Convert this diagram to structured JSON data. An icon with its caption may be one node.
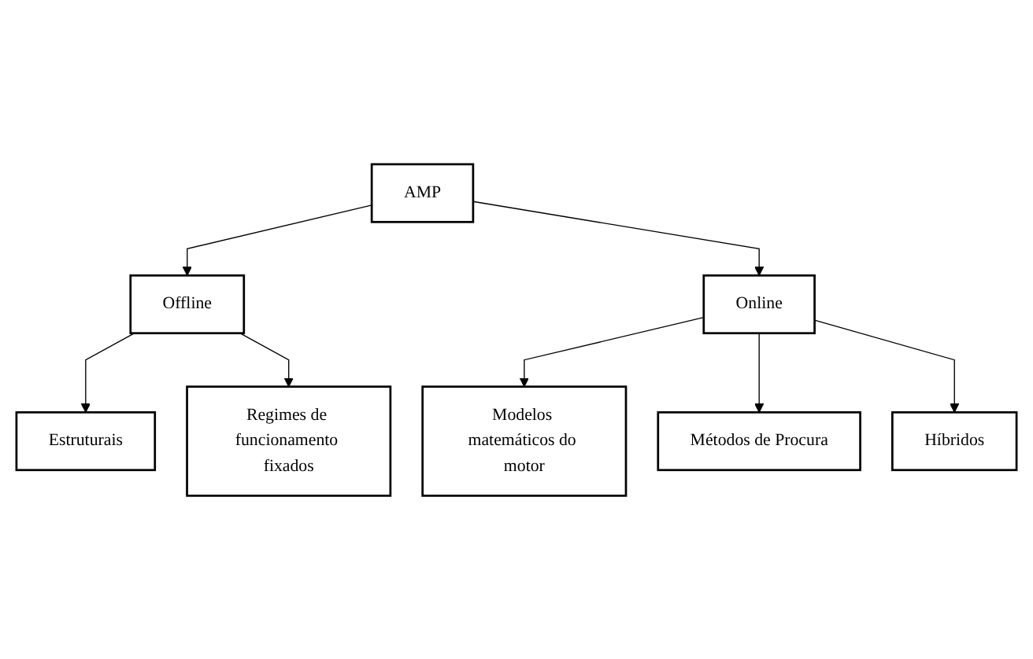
{
  "diagram": {
    "nodes": [
      {
        "text": [
          "AMP"
        ]
      },
      {
        "text": [
          "Offline"
        ]
      },
      {
        "text": [
          "Online"
        ]
      },
      {
        "text": [
          "Estruturais"
        ]
      },
      {
        "text": [
          "Regimes de funcionamento fixados"
        ]
      },
      {
        "text": [
          "Modelos matemáticos do motor"
        ]
      },
      {
        "text": [
          "Métodos de Procura"
        ]
      },
      {
        "text": [
          "Híbridos"
        ]
      }
    ],
    "edges": [
      {
        "from": 0,
        "to": 1,
        "arrow": "to"
      },
      {
        "from": 0,
        "to": 2,
        "arrow": "to"
      },
      {
        "from": 1,
        "to": 3,
        "arrow": "to"
      },
      {
        "from": 1,
        "to": 4,
        "arrow": "to"
      },
      {
        "from": 2,
        "to": 5,
        "arrow": "to"
      },
      {
        "from": 2,
        "to": 6,
        "arrow": "to"
      },
      {
        "from": 2,
        "to": 7,
        "arrow": "to"
      }
    ]
  }
}
